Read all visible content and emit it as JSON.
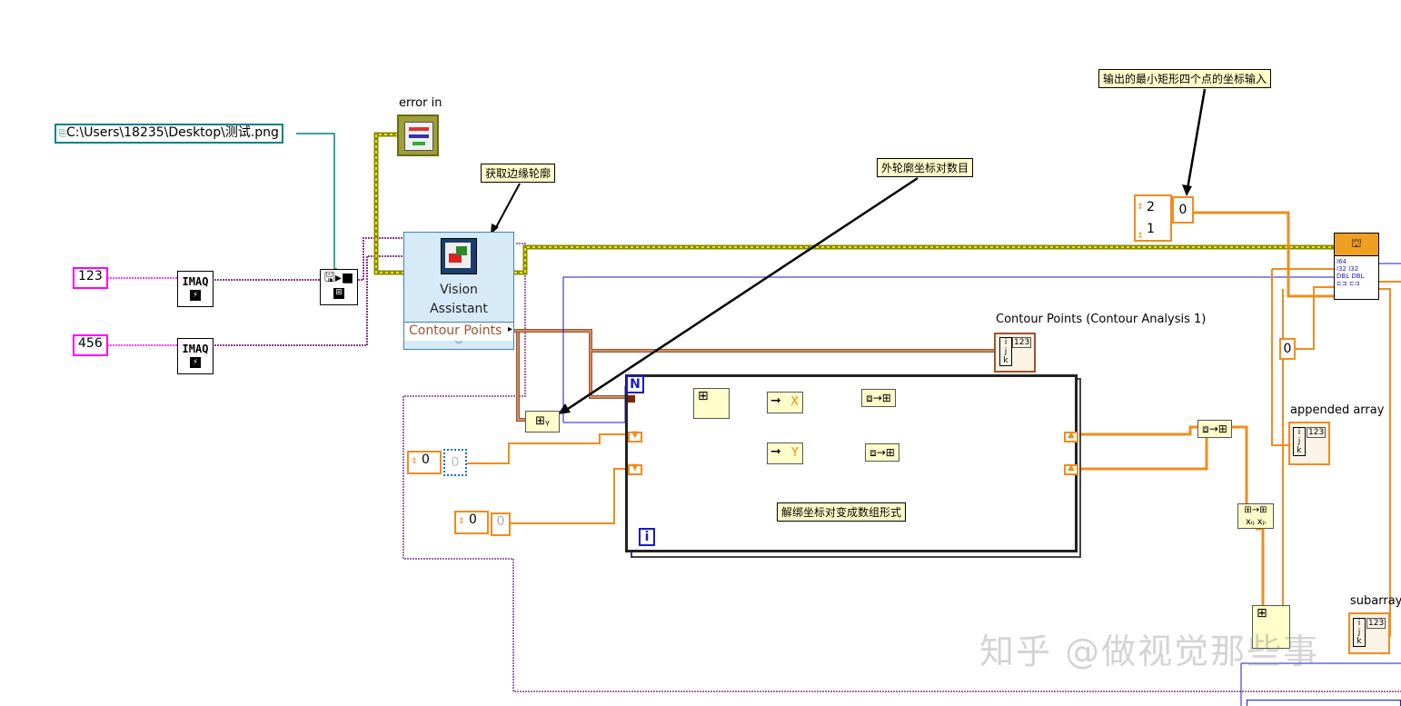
{
  "constants": {
    "path": "C:\\Users\\18235\\Desktop\\测试.png",
    "num1": "123",
    "num2": "456",
    "idx_a": "0",
    "idx_a_inner": "0",
    "idx_b": "0",
    "idx_b_inner": "0",
    "dims_top": "2",
    "dims_bottom": "1",
    "dims_value": "0",
    "zero_right": "0"
  },
  "labels": {
    "error_in": "error in",
    "vision_line1": "Vision",
    "vision_line2": "Assistant",
    "contour_points_terminal": "Contour Points",
    "contour_points_indicator": "Contour Points (Contour Analysis 1)",
    "appended_array": "appended array",
    "subarray": "subarray",
    "imaq": "IMAQ",
    "loop_n": "N",
    "loop_i": "i",
    "x_out": "X",
    "y_out": "Y",
    "ind_123": "123"
  },
  "comments": {
    "edge_contour": "获取边缘轮廓",
    "outer_count": "外轮廓坐标对数目",
    "min_rect_input": "输出的最小矩形四个点的坐标输入",
    "unbundle_to_array": "解绑坐标对变成数组形式"
  },
  "watermark": "知乎 @做视觉那些事",
  "colors": {
    "string_wire": "#ff00ff",
    "path_wire": "#00808a",
    "image_wire": "#7a2a7a",
    "error_wire": "#c8c800",
    "numeric_wire": "#f08c1e",
    "cluster_wire": "#a0522d",
    "int_wire": "#1a1acd"
  },
  "icons": [
    "save-path-icon",
    "imaq-create-icon",
    "vision-assistant-icon",
    "cluster-array-icon",
    "build-array-icon",
    "unbundle-icon",
    "transpose-icon",
    "subarray-icon"
  ]
}
